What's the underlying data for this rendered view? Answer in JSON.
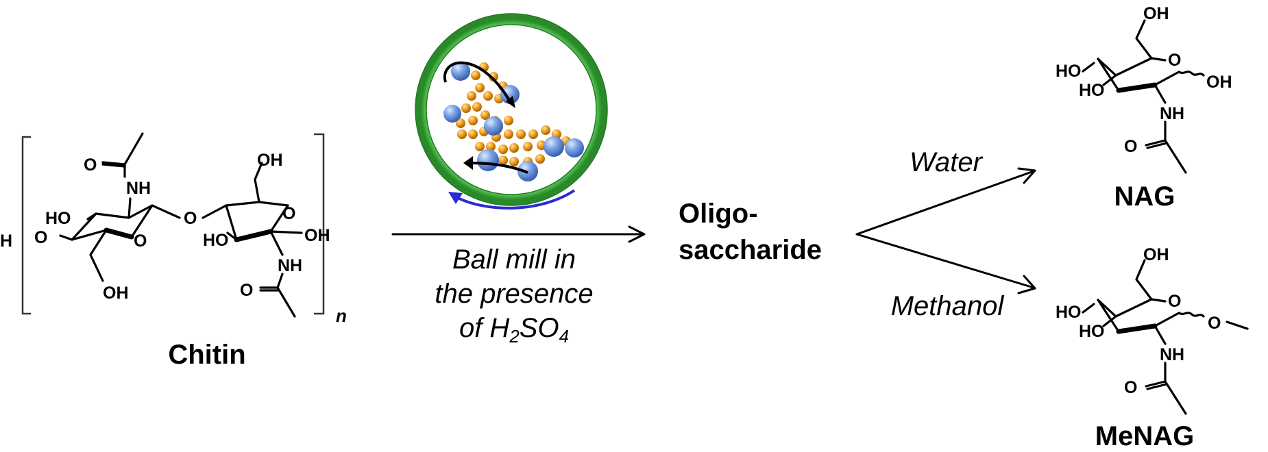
{
  "molecules": {
    "chitin": {
      "name": "Chitin",
      "repeat_subscript": "n",
      "atoms": {
        "O_carbonyl_1": "O",
        "NH_1": "NH",
        "HO_1": "HO",
        "O_link": "O",
        "O_ring_1": "O",
        "H_end": "H",
        "O_end": "O",
        "OH_ch2_1": "OH",
        "OH_ch2_2": "OH",
        "HO_2": "HO",
        "O_ring_2": "O",
        "OH_end": "OH",
        "NH_2": "NH",
        "O_carbonyl_2": "O"
      }
    },
    "nag": {
      "name": "NAG",
      "atoms": {
        "OH_top": "OH",
        "HO_1": "HO",
        "HO_2": "HO",
        "O_ring": "O",
        "OH_anomeric": "OH",
        "NH": "NH",
        "O_carbonyl": "O"
      }
    },
    "menag": {
      "name": "MeNAG",
      "atoms": {
        "OH_top": "OH",
        "HO_1": "HO",
        "HO_2": "HO",
        "O_ring": "O",
        "O_methoxy": "O",
        "NH": "NH",
        "O_carbonyl": "O"
      }
    }
  },
  "process": {
    "ball_mill_label": [
      "Ball mill in",
      "the presence"
    ],
    "acid_prefix": "of H",
    "acid_sub1": "2",
    "acid_mid": "SO",
    "acid_sub2": "4"
  },
  "intermediate": {
    "line1": "Oligo-",
    "line2": "saccharide"
  },
  "conditions": {
    "water": "Water",
    "methanol": "Methanol"
  },
  "colors": {
    "mill_ring": "#3cb43c",
    "mill_ring_dark": "#1e8a1e",
    "ball_large": "#6f9ee0",
    "ball_large_dark": "#3a66b8",
    "ball_small": "#f0a020",
    "ball_small_dark": "#b06a00",
    "rotation_arrow": "#2a2ad8"
  }
}
